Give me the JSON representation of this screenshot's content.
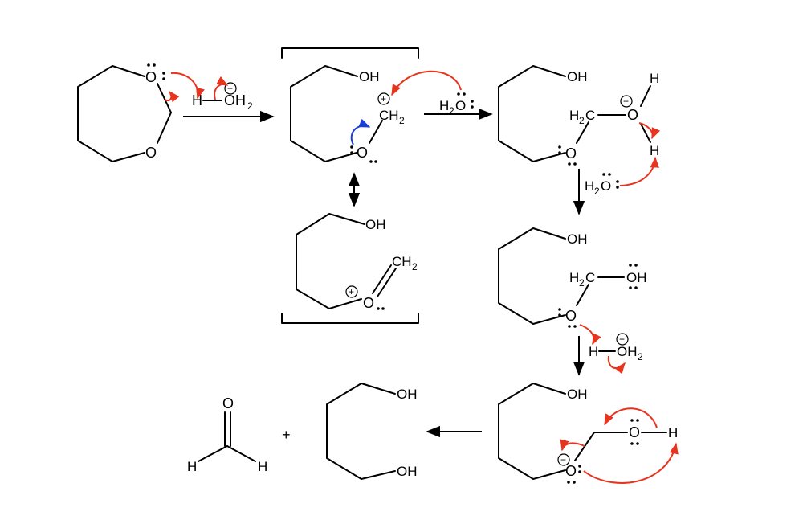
{
  "colors": {
    "bond": "#000000",
    "arrow_push_red": "#e8331e",
    "arrow_push_blue": "#1a3ed8",
    "background": "#ffffff"
  },
  "labels": {
    "O": "O",
    "H": "H",
    "OH": "OH",
    "OH2": "OH",
    "sub2": "2",
    "H2O_H": "H",
    "H2O_O": "O",
    "H2C": "H",
    "C": "C",
    "CH2_C": "CH",
    "plus": "+",
    "plus_sign": "+",
    "minus_sign": "−"
  },
  "icons": {
    "reaction_arrow": "right-arrow",
    "reaction_arrow_down": "down-arrow",
    "reaction_arrow_left": "left-arrow",
    "resonance_arrow": "double-headed-arrow",
    "curved_arrow": "curved-arrow",
    "resonance_bracket": "bracket"
  }
}
